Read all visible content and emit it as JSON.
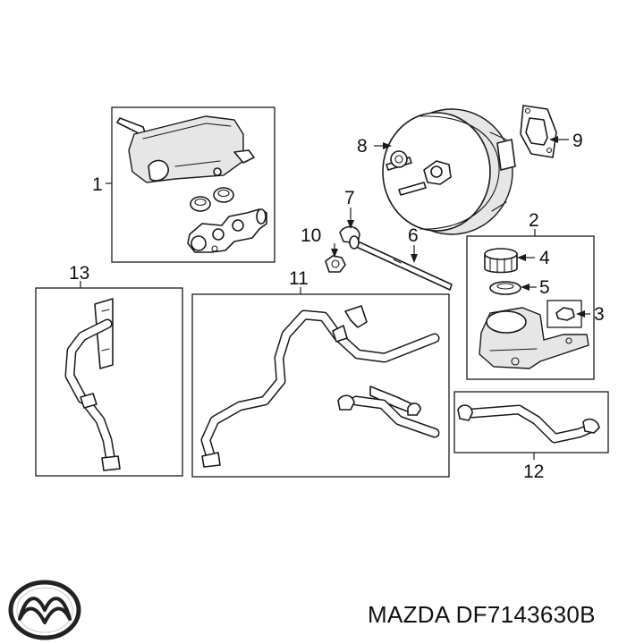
{
  "callouts": {
    "c1": "1",
    "c2": "2",
    "c3": "3",
    "c4": "4",
    "c5": "5",
    "c6": "6",
    "c7": "7",
    "c8": "8",
    "c9": "9",
    "c10": "10",
    "c11": "11",
    "c12": "12",
    "c13": "13"
  },
  "footer": {
    "brand_model": "MAZDA DF7143630B"
  },
  "logo": {
    "name": "mazda-logo",
    "brand": "MAZDA"
  },
  "colors": {
    "line": "#1a1a1a",
    "background": "#ffffff",
    "shade": "#e6e6e6"
  }
}
